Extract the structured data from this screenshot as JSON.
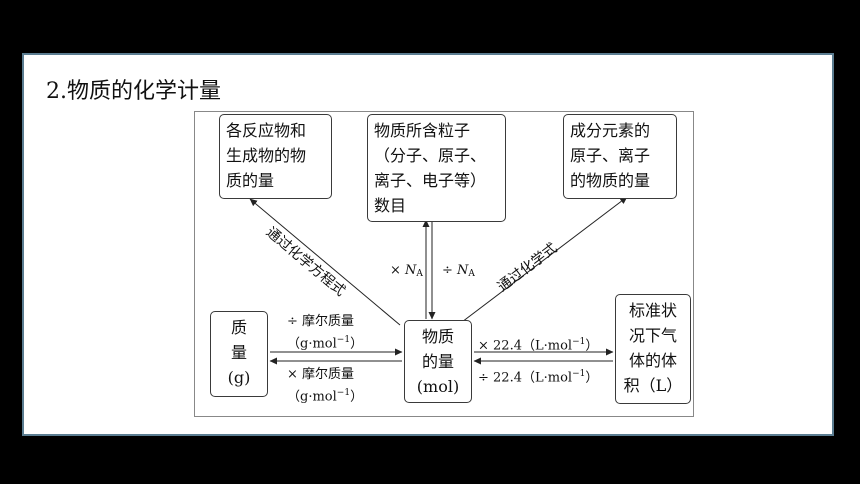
{
  "title": "2.物质的化学计量",
  "boxes": {
    "reactants": [
      "各反应物和",
      "生成物的物",
      "质的量"
    ],
    "particles": [
      "物质所含粒子",
      "（分子、原子、",
      "离子、电子等）",
      "数目"
    ],
    "elements": [
      "成分元素的",
      "原子、离子",
      "的物质的量"
    ],
    "mass": [
      "质",
      "量",
      "(g)"
    ],
    "amount": [
      "物质",
      "的量",
      "(mol)"
    ],
    "volume": [
      "标准状",
      "况下气",
      "体的体",
      "积（L）"
    ]
  },
  "labels": {
    "equation": "通过化学方程式",
    "formula": "通过化学式",
    "times": "×",
    "divide": "÷",
    "na_symbol": "N",
    "na_sub": "A",
    "molar_div": "÷ 摩尔质量",
    "molar_div_unit": "（g·mol",
    "molar_mul": "× 摩尔质量",
    "molar_mul_unit": "（g·mol",
    "minus_one": "−1",
    "close_paren": "）",
    "vol_mul": "× 22.4（L·mol",
    "vol_div": "÷ 22.4（L·mol"
  }
}
